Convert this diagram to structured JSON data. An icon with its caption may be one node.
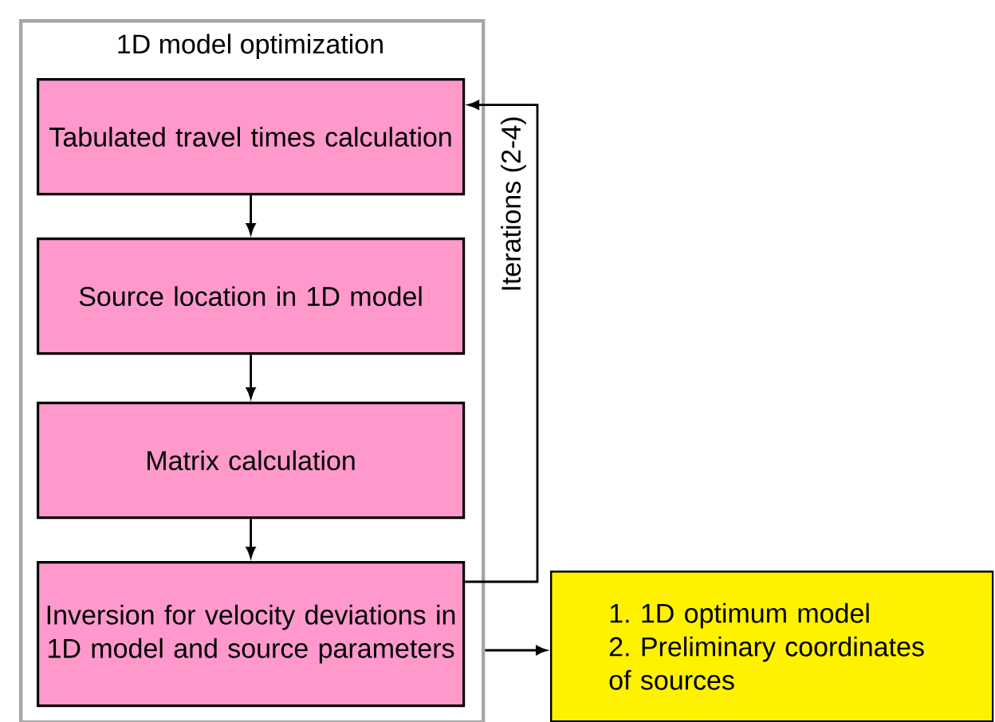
{
  "diagram": {
    "nodes": [
      {
        "text": [
          "1D model optimization"
        ]
      },
      {
        "text": [
          "Tabulated travel times calculation"
        ],
        "in": 0
      },
      {
        "text": [
          "Source location in 1D model"
        ],
        "in": 0
      },
      {
        "text": [
          "Matrix calculation"
        ],
        "in": 0
      },
      {
        "text": [
          "Inversion for velocity deviations in 1D model and source parameters"
        ],
        "in": 0
      },
      {
        "text": [
          "1. 1D optimum model",
          "2. Preliminary coordinates of sources"
        ]
      }
    ],
    "edges": [
      {
        "from": 1,
        "to": 2,
        "arrow": "to"
      },
      {
        "from": 2,
        "to": 3,
        "arrow": "to"
      },
      {
        "from": 3,
        "to": 4,
        "arrow": "to"
      },
      {
        "from": 4,
        "to": 1,
        "arrow": "to",
        "label": "Iterations (2-4)"
      },
      {
        "from": 0,
        "to": 5,
        "arrow": "to"
      }
    ]
  }
}
